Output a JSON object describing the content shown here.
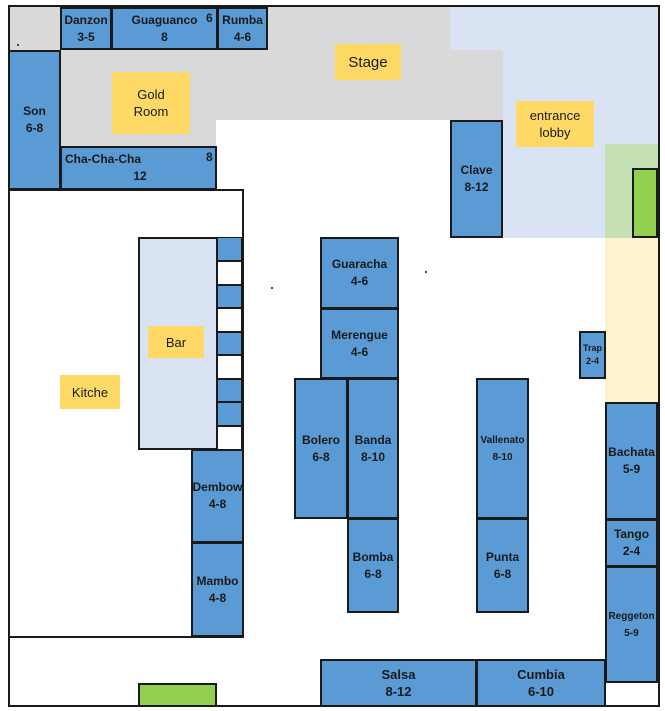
{
  "colors": {
    "table": "#5b9bd5",
    "label": "#ffd966",
    "stage_floor": "#d9d9d9",
    "lobby": "#dae3f3",
    "bar": "#dae3f3",
    "green": "#92d050",
    "cream": "#fff2cc"
  },
  "labels": {
    "stage": "Stage",
    "gold_room": [
      "Gold",
      "Room"
    ],
    "entrance_lobby": [
      "entrance",
      "lobby"
    ],
    "bar": "Bar",
    "kitchen": "Kitche"
  },
  "tables": [
    {
      "id": "danzon",
      "name": "Danzon",
      "capacity": "3-5"
    },
    {
      "id": "guaguanco",
      "name": "Guaguanco",
      "capacity": "8"
    },
    {
      "id": "rumba",
      "name": "Rumba",
      "capacity": "4-6"
    },
    {
      "id": "son",
      "name": "Son",
      "capacity": "6-8"
    },
    {
      "id": "cha-cha-cha",
      "name": "Cha-Cha-Cha",
      "capacity": "12"
    },
    {
      "id": "clave",
      "name": "Clave",
      "capacity": "8-12"
    },
    {
      "id": "guaracha",
      "name": "Guaracha",
      "capacity": "4-6"
    },
    {
      "id": "merengue",
      "name": "Merengue",
      "capacity": "4-6"
    },
    {
      "id": "bolero",
      "name": "Bolero",
      "capacity": "6-8"
    },
    {
      "id": "banda",
      "name": "Banda",
      "capacity": "8-10"
    },
    {
      "id": "bomba",
      "name": "Bomba",
      "capacity": "6-8"
    },
    {
      "id": "vallenato",
      "name": "Vallenato",
      "capacity": "8-10"
    },
    {
      "id": "punta",
      "name": "Punta",
      "capacity": "6-8"
    },
    {
      "id": "dembow",
      "name": "Dembow",
      "capacity": "4-8"
    },
    {
      "id": "mambo",
      "name": "Mambo",
      "capacity": "4-8"
    },
    {
      "id": "trap",
      "name": "Trap",
      "capacity": "2-4"
    },
    {
      "id": "bachata",
      "name": "Bachata",
      "capacity": "5-9"
    },
    {
      "id": "tango",
      "name": "Tango",
      "capacity": "2-4"
    },
    {
      "id": "reggeton",
      "name": "Reggeton",
      "capacity": "5-9"
    },
    {
      "id": "salsa",
      "name": "Salsa",
      "capacity": "8-12"
    },
    {
      "id": "cumbia",
      "name": "Cumbia",
      "capacity": "6-10"
    }
  ],
  "cut_off_marks": {
    "guaguanco_right": "6",
    "cha_cha_cha_right": "8"
  }
}
